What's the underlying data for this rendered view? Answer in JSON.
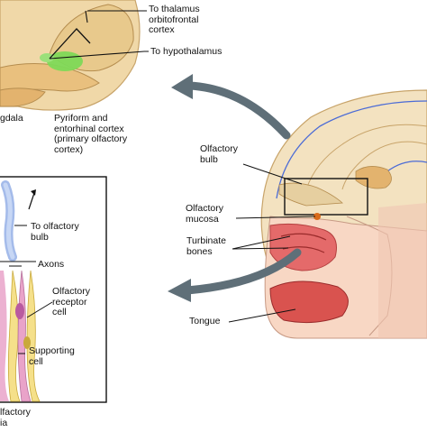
{
  "labels": {
    "thalamus": "To thalamus\norbitofrontal\ncortex",
    "hypothalamus": "To hypothalamus",
    "amygdala": "gdala",
    "pyriform": "Pyriform and\nentorhinal cortex\n(primary olfactory\ncortex)",
    "olfactory_bulb_main": "Olfactory\nbulb",
    "olfactory_mucosa": "Olfactory\nmucosa",
    "turbinate_bones": "Turbinate\nbones",
    "tongue": "Tongue",
    "to_olfactory_bulb": "To olfactory\nbulb",
    "axons": "Axons",
    "olfactory_receptor_cell": "Olfactory\nreceptor\ncell",
    "supporting_cell": "Supporting\ncell",
    "bottom_partial": "lfactory\nia"
  },
  "colors": {
    "brain": "#f3e2c0",
    "brain_outline": "#c8a46a",
    "green_highlight": "#7ed957",
    "nasal_pink": "#e46a6a",
    "tongue": "#d9534f",
    "arrow": "#5f6f78",
    "receptor_pink": "#e9a3c9",
    "receptor_yellow": "#f5e08a",
    "blue_vessel": "#4b6bd6"
  }
}
